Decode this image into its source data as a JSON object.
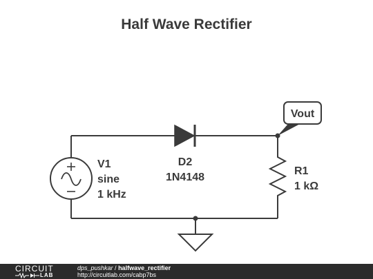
{
  "title": "Half Wave Rectifier",
  "source": {
    "name": "V1",
    "type": "sine",
    "frequency": "1 kHz"
  },
  "diode": {
    "name": "D2",
    "part": "1N4148"
  },
  "resistor": {
    "name": "R1",
    "value": "1 kΩ"
  },
  "probe": {
    "label": "Vout"
  },
  "footer": {
    "logo_top": "CIRCUIT",
    "logo_bottom": "LAB",
    "author": "dps_pushkar",
    "separator": " / ",
    "project": "halfwave_rectifier",
    "url": "http://circuitlab.com/cabp7bs"
  },
  "colors": {
    "ink": "#3a3a3a",
    "footer_bg": "#2b2b2b"
  }
}
